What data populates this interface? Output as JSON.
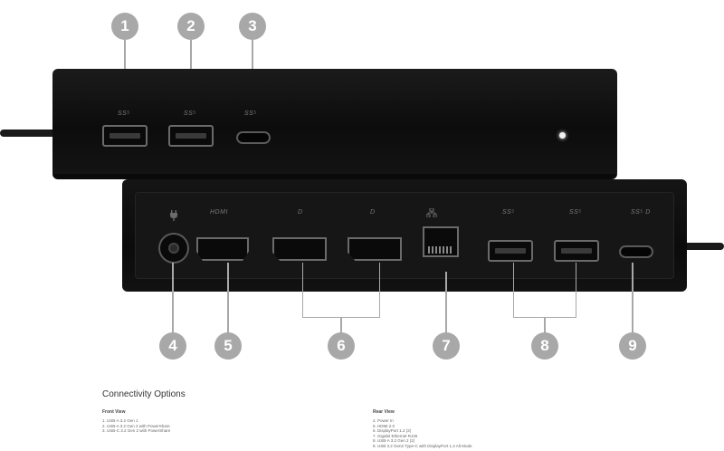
{
  "callouts": {
    "front": [
      "1",
      "2",
      "3"
    ],
    "rear": [
      "4",
      "5",
      "6",
      "7",
      "8",
      "9"
    ]
  },
  "front_port_labels": {
    "usb_a_1": "SS⁵",
    "usb_a_2": "SS⁵",
    "usb_c": "SS⁵"
  },
  "rear_port_labels": {
    "hdmi": "HDMI",
    "dp1": "D",
    "dp2": "D",
    "usb_a_1": "SS⁵",
    "usb_a_2": "SS⁵",
    "usb_c": "SS⁵ D"
  },
  "icons": {
    "power": "power-plug-icon",
    "ethernet": "network-icon"
  },
  "section": {
    "title": "Connectivity Options",
    "front_heading": "Front View",
    "front_items": [
      "1. USB-A 3.2 Gen 1",
      "2. USB-A 3.2 Gen 2 with PowerShare",
      "3. USB-C 3.2 Gen 2 with PowerShare"
    ],
    "rear_heading": "Rear View",
    "rear_items": [
      "4. Power In",
      "5. HDMI 2.0",
      "6. DisplayPort 1.2 (2)",
      "7. Gigabit Ethernet RJ45",
      "8. USB-A 3.2 Gen 2 (2)",
      "9. USB 3.2 Gen2 Type-C with DisplayPort 1.4 Alt Mode"
    ]
  },
  "colors": {
    "badge": "#a8a8a8",
    "dock_body": "#121212",
    "background": "#ffffff"
  }
}
